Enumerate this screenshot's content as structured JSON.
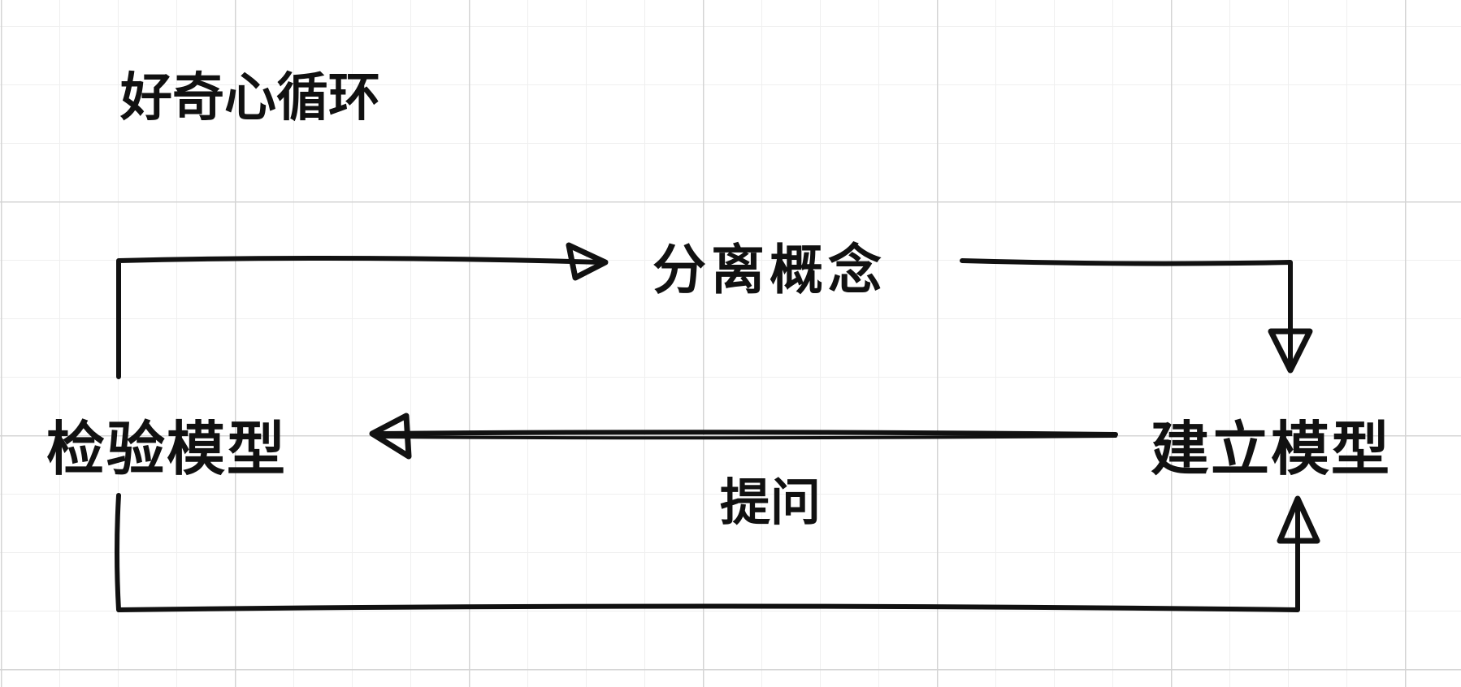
{
  "title": "好奇心循环",
  "nodes": {
    "separate_concepts": "分离概念",
    "build_model": "建立模型",
    "test_model": "检验模型"
  },
  "edge_label": "提问",
  "colors": {
    "stroke": "#111111",
    "grid_major": "#d4d4d4",
    "grid_minor": "#efefef"
  }
}
